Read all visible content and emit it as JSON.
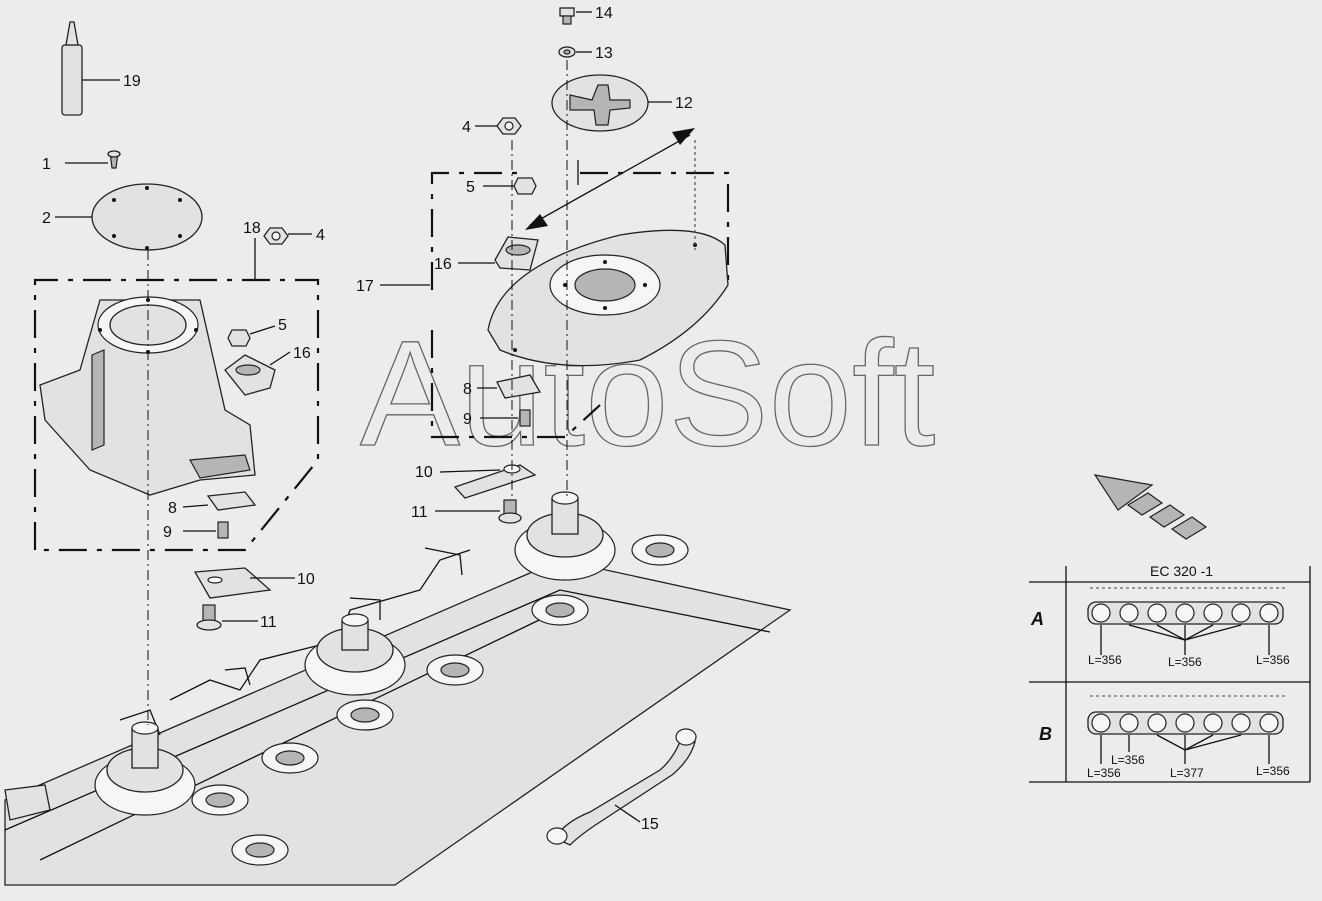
{
  "watermark": "AutoSoft",
  "callouts": {
    "c1": "1",
    "c2": "2",
    "c4a": "4",
    "c4b": "4",
    "c5a": "5",
    "c5b": "5",
    "c8a": "8",
    "c8b": "8",
    "c9a": "9",
    "c9b": "9",
    "c10a": "10",
    "c10b": "10",
    "c11a": "11",
    "c11b": "11",
    "c12": "12",
    "c13": "13",
    "c14": "14",
    "c15": "15",
    "c16a": "16",
    "c16b": "16",
    "c17": "17",
    "c18": "18",
    "c19": "19"
  },
  "table": {
    "title": "EC 320 -1",
    "row_a": {
      "letter": "A",
      "labels": [
        "L=356",
        "L=356",
        "L=356"
      ]
    },
    "row_b": {
      "letter": "B",
      "labels": [
        "L=356",
        "L=356",
        "L=377",
        "L=356"
      ]
    }
  },
  "colors": {
    "background": "#ececec",
    "line": "#111111",
    "part_fill": "#e2e2e2"
  }
}
